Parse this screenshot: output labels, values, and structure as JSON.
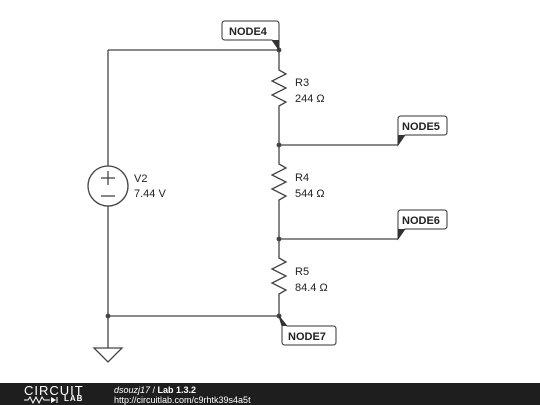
{
  "nodes": {
    "node4": "NODE4",
    "node5": "NODE5",
    "node6": "NODE6",
    "node7": "NODE7"
  },
  "components": {
    "r3": {
      "name": "R3",
      "value": "244 Ω"
    },
    "r4": {
      "name": "R4",
      "value": "544 Ω"
    },
    "r5": {
      "name": "R5",
      "value": "84.4 Ω"
    },
    "v2": {
      "name": "V2",
      "value": "7.44 V"
    }
  },
  "footer": {
    "logo_top": "CIRCUIT",
    "logo_bottom": "LAB",
    "user": "dsouzj17",
    "separator": " / ",
    "title": "Lab 1.3.2",
    "url": "http://circuitlab.com/c9rhtk39s4a5t"
  },
  "colors": {
    "wire": "#444444",
    "tag_fill": "#ffffff",
    "tag_stroke": "#333333",
    "footer_bg": "#1e1e1e"
  },
  "icons": [
    "voltage-source-icon",
    "resistor-icon",
    "ground-icon",
    "circuitlab-logo-icon"
  ]
}
